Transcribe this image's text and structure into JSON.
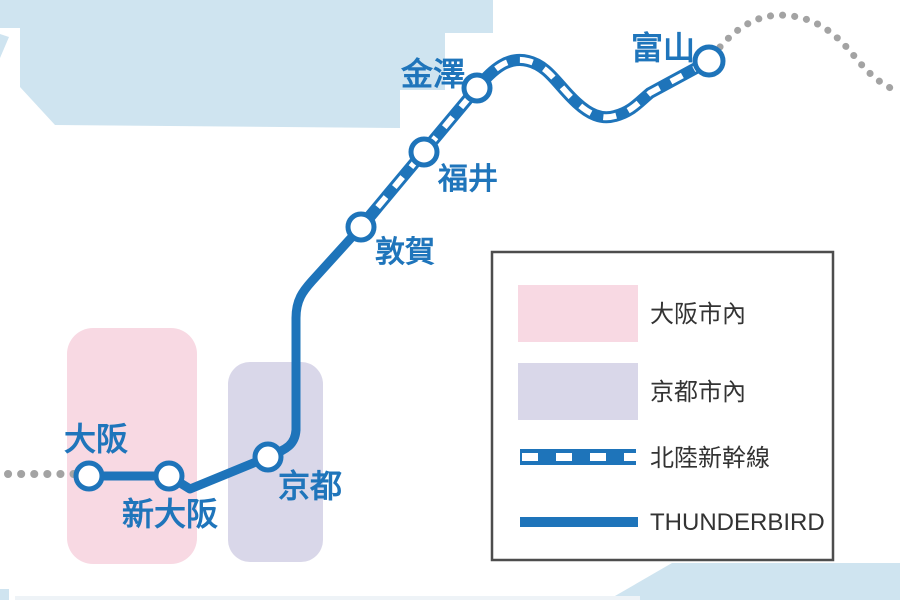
{
  "map": {
    "stations": [
      {
        "id": "osaka",
        "label": "大阪"
      },
      {
        "id": "shin-osaka",
        "label": "新大阪"
      },
      {
        "id": "kyoto",
        "label": "京都"
      },
      {
        "id": "tsuruga",
        "label": "敦賀"
      },
      {
        "id": "fukui",
        "label": "福井"
      },
      {
        "id": "kanazawa",
        "label": "金澤"
      },
      {
        "id": "toyama",
        "label": "富山"
      }
    ],
    "colors": {
      "rail_blue": "#1e74ba",
      "station_label_blue": "#1f75bb",
      "land_light_blue": "#cfe4f0",
      "osaka_city_pink": "#f8d9e3",
      "kyoto_city_lavender": "#d9d7e9",
      "dotted_gray": "#a3a3a3",
      "legend_border_gray": "#4d4d4d",
      "legend_text": "#333333"
    }
  },
  "legend": {
    "items": [
      {
        "id": "osaka-city",
        "label": "大阪市內",
        "swatch": "pink-rect"
      },
      {
        "id": "kyoto-city",
        "label": "京都市內",
        "swatch": "lavender-rect"
      },
      {
        "id": "shinkansen",
        "label": "北陸新幹線",
        "swatch": "railway-line"
      },
      {
        "id": "thunderbird",
        "label": "THUNDERBIRD",
        "swatch": "solid-line"
      }
    ]
  }
}
